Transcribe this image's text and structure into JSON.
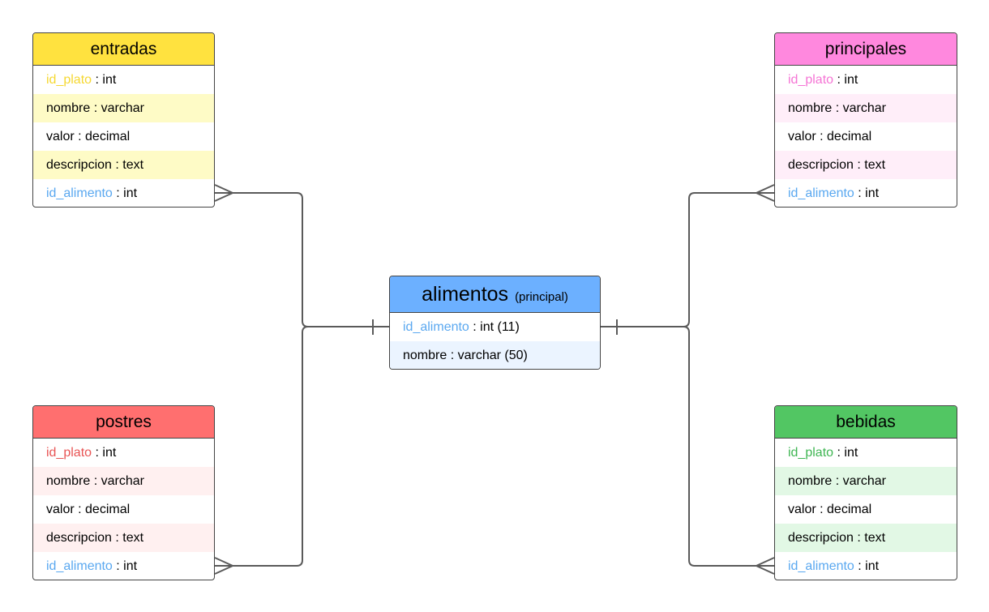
{
  "entities": {
    "entradas": {
      "title": "entradas",
      "header_color": "#FFE23F",
      "stripe_color": "#FEFBC6",
      "key_color": "#F5D832",
      "rows": [
        {
          "name": "id_plato",
          "sep": " : ",
          "type": "int"
        },
        {
          "name": "nombre",
          "sep": " : ",
          "type": "varchar"
        },
        {
          "name": "valor",
          "sep": " : ",
          "type": "decimal"
        },
        {
          "name": "descripcion",
          "sep": " : ",
          "type": "text"
        },
        {
          "name": "id_alimento",
          "sep": " : ",
          "type": "int"
        }
      ]
    },
    "principales": {
      "title": "principales",
      "header_color": "#FF88DE",
      "stripe_color": "#FFEEF9",
      "key_color": "#F575D5",
      "rows": [
        {
          "name": "id_plato",
          "sep": " : ",
          "type": "int"
        },
        {
          "name": "nombre",
          "sep": " : ",
          "type": "varchar"
        },
        {
          "name": "valor",
          "sep": " : ",
          "type": "decimal"
        },
        {
          "name": "descripcion",
          "sep": " : ",
          "type": "text"
        },
        {
          "name": "id_alimento",
          "sep": " : ",
          "type": "int"
        }
      ]
    },
    "postres": {
      "title": "postres",
      "header_color": "#FF6F6F",
      "stripe_color": "#FFF0F0",
      "key_color": "#E85555",
      "rows": [
        {
          "name": "id_plato",
          "sep": " : ",
          "type": "int"
        },
        {
          "name": "nombre",
          "sep": " : ",
          "type": "varchar"
        },
        {
          "name": "valor",
          "sep": " : ",
          "type": "decimal"
        },
        {
          "name": "descripcion",
          "sep": " : ",
          "type": "text"
        },
        {
          "name": "id_alimento",
          "sep": " : ",
          "type": "int"
        }
      ]
    },
    "bebidas": {
      "title": "bebidas",
      "header_color": "#52C663",
      "stripe_color": "#E2F8E5",
      "key_color": "#3FB653",
      "rows": [
        {
          "name": "id_plato",
          "sep": " : ",
          "type": "int"
        },
        {
          "name": "nombre",
          "sep": " : ",
          "type": "varchar"
        },
        {
          "name": "valor",
          "sep": " : ",
          "type": "decimal"
        },
        {
          "name": "descripcion",
          "sep": " : ",
          "type": "text"
        },
        {
          "name": "id_alimento",
          "sep": " : ",
          "type": "int"
        }
      ]
    },
    "alimentos": {
      "title": "alimentos",
      "subtitle": "(principal)",
      "header_color": "#6CB0FF",
      "stripe_color": "#EBF4FF",
      "key_color": "#5AA8F0",
      "rows": [
        {
          "name": "id_alimento",
          "sep": " : ",
          "type": "int (11)"
        },
        {
          "name": "nombre",
          "sep": " : ",
          "type": "varchar (50)"
        }
      ]
    }
  },
  "fk_color": "#5AA8F0",
  "line_color": "#5A5A5A"
}
